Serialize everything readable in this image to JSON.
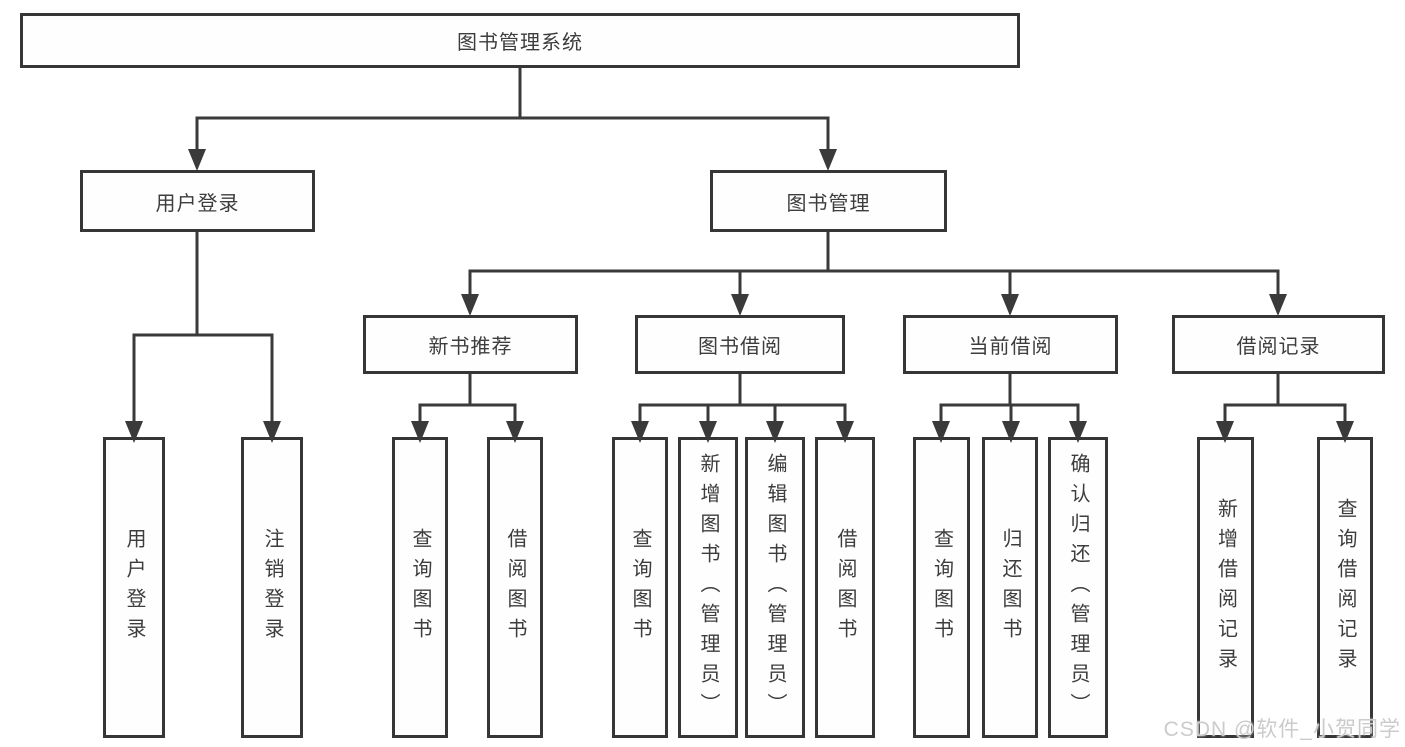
{
  "colors": {
    "line": "#3a3a3a",
    "box_border": "#363636",
    "text": "#3d3d3d",
    "watermark": "#cbcbcb"
  },
  "watermark": "CSDN @软件_小贺同学",
  "tree": {
    "label": "图书管理系统",
    "children": [
      {
        "label": "用户登录",
        "children": [
          {
            "label": "用户登录"
          },
          {
            "label": "注销登录"
          }
        ]
      },
      {
        "label": "图书管理",
        "children": [
          {
            "label": "新书推荐",
            "children": [
              {
                "label": "查询图书"
              },
              {
                "label": "借阅图书"
              }
            ]
          },
          {
            "label": "图书借阅",
            "children": [
              {
                "label": "查询图书"
              },
              {
                "label": "新增图书（管理员）"
              },
              {
                "label": "编辑图书（管理员）"
              },
              {
                "label": "借阅图书"
              }
            ]
          },
          {
            "label": "当前借阅",
            "children": [
              {
                "label": "查询图书"
              },
              {
                "label": "归还图书"
              },
              {
                "label": "确认归还（管理员）"
              }
            ]
          },
          {
            "label": "借阅记录",
            "children": [
              {
                "label": "新增借阅记录"
              },
              {
                "label": "查询借阅记录"
              }
            ]
          }
        ]
      }
    ]
  }
}
